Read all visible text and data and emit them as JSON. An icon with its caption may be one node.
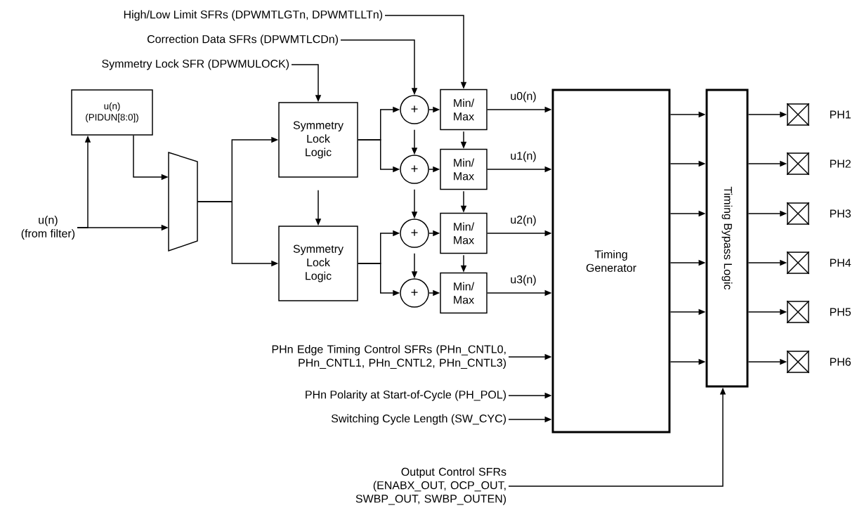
{
  "diagram": {
    "nodes": [
      {
        "text": [
          "High/Low Limit SFRs (DPWMTLGTn, DPWMTLLTn)"
        ]
      },
      {
        "text": [
          "Correction Data SFRs (DPWMTLCDn)"
        ]
      },
      {
        "text": [
          "Symmetry Lock SFR (DPWMULOCK)"
        ]
      },
      {
        "text": [
          "u(n)",
          "(PIDUN[8:0])"
        ]
      },
      {
        "text": [
          "u(n)",
          "(from filter)"
        ]
      },
      {
        "text": [],
        "shape": "trapezoid"
      },
      {
        "text": [
          "Symmetry Lock Logic"
        ]
      },
      {
        "text": [
          "Symmetry Lock Logic"
        ]
      },
      {
        "text": [
          "+"
        ]
      },
      {
        "text": [
          "+"
        ]
      },
      {
        "text": [
          "+"
        ]
      },
      {
        "text": [
          "+"
        ]
      },
      {
        "text": [
          "Min/ Max"
        ]
      },
      {
        "text": [
          "Min/ Max"
        ]
      },
      {
        "text": [
          "Min/ Max"
        ]
      },
      {
        "text": [
          "Min/ Max"
        ]
      },
      {
        "text": [
          "Timing Generator"
        ]
      },
      {
        "text": [
          "Timing Bypass Logic"
        ]
      },
      {
        "text": [],
        "shape": "box",
        "beside": [
          "PH1"
        ]
      },
      {
        "text": [],
        "shape": "box",
        "beside": [
          "PH2"
        ]
      },
      {
        "text": [],
        "shape": "box",
        "beside": [
          "PH3"
        ]
      },
      {
        "text": [],
        "shape": "box",
        "beside": [
          "PH4"
        ]
      },
      {
        "text": [],
        "shape": "box",
        "beside": [
          "PH5"
        ]
      },
      {
        "text": [],
        "shape": "box",
        "beside": [
          "PH6"
        ]
      },
      {
        "text": [
          "PHn Edge Timing Control SFRs (PHn_CNTL0, PHn_CNTL1, PHn_CNTL2, PHn_CNTL3)"
        ]
      },
      {
        "text": [
          "PHn Polarity at Start-of-Cycle (PH_POL)"
        ]
      },
      {
        "text": [
          "Switching Cycle Length (SW_CYC)"
        ]
      },
      {
        "text": [
          "Output Control SFRs (ENABX_OUT, OCP_OUT, SWBP_OUT, SWBP_OUTEN)"
        ]
      }
    ],
    "edges": [
      {
        "from": 0,
        "to": 12,
        "arrow": "to"
      },
      {
        "from": 1,
        "to": 8,
        "arrow": "to"
      },
      {
        "from": 2,
        "to": 6,
        "arrow": "to"
      },
      {
        "from": 4,
        "to": 3,
        "arrow": "to"
      },
      {
        "from": 4,
        "to": 5,
        "arrow": "to"
      },
      {
        "from": 3,
        "to": 5,
        "arrow": "to"
      },
      {
        "from": 5,
        "to": 6,
        "arrow": "to"
      },
      {
        "from": 5,
        "to": 7,
        "arrow": "to"
      },
      {
        "from": 6,
        "to": 7,
        "arrow": "to"
      },
      {
        "from": 6,
        "to": 8,
        "arrow": "to"
      },
      {
        "from": 6,
        "to": 9,
        "arrow": "to"
      },
      {
        "from": 7,
        "to": 10,
        "arrow": "to"
      },
      {
        "from": 7,
        "to": 11,
        "arrow": "to"
      },
      {
        "from": 8,
        "to": 9,
        "arrow": "to"
      },
      {
        "from": 9,
        "to": 10,
        "arrow": "to"
      },
      {
        "from": 10,
        "to": 11,
        "arrow": "to"
      },
      {
        "from": 8,
        "to": 12,
        "arrow": "to"
      },
      {
        "from": 9,
        "to": 13,
        "arrow": "to"
      },
      {
        "from": 10,
        "to": 14,
        "arrow": "to"
      },
      {
        "from": 11,
        "to": 15,
        "arrow": "to"
      },
      {
        "from": 12,
        "to": 13,
        "arrow": "to"
      },
      {
        "from": 13,
        "to": 14,
        "arrow": "to"
      },
      {
        "from": 14,
        "to": 15,
        "arrow": "to"
      },
      {
        "from": 12,
        "to": 16,
        "arrow": "to",
        "label": "u0(n)"
      },
      {
        "from": 13,
        "to": 16,
        "arrow": "to",
        "label": "u1(n)"
      },
      {
        "from": 14,
        "to": 16,
        "arrow": "to",
        "label": "u2(n)"
      },
      {
        "from": 15,
        "to": 16,
        "arrow": "to",
        "label": "u3(n)"
      },
      {
        "from": 16,
        "to": 17,
        "arrow": "to"
      },
      {
        "from": 16,
        "to": 17,
        "arrow": "to"
      },
      {
        "from": 16,
        "to": 17,
        "arrow": "to"
      },
      {
        "from": 16,
        "to": 17,
        "arrow": "to"
      },
      {
        "from": 16,
        "to": 17,
        "arrow": "to"
      },
      {
        "from": 16,
        "to": 17,
        "arrow": "to"
      },
      {
        "from": 17,
        "to": 18,
        "arrow": "to"
      },
      {
        "from": 17,
        "to": 19,
        "arrow": "to"
      },
      {
        "from": 17,
        "to": 20,
        "arrow": "to"
      },
      {
        "from": 17,
        "to": 21,
        "arrow": "to"
      },
      {
        "from": 17,
        "to": 22,
        "arrow": "to"
      },
      {
        "from": 17,
        "to": 23,
        "arrow": "to"
      },
      {
        "from": 24,
        "to": 16,
        "arrow": "to"
      },
      {
        "from": 25,
        "to": 16,
        "arrow": "to"
      },
      {
        "from": 26,
        "to": 16,
        "arrow": "to"
      },
      {
        "from": 27,
        "to": 17,
        "arrow": "to"
      }
    ]
  }
}
